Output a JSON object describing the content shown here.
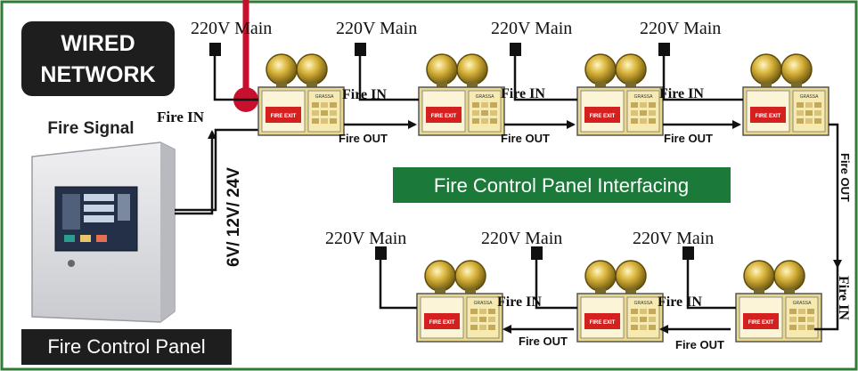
{
  "badge": {
    "line1": "WIRED",
    "line2": "NETWORK",
    "bg": "#1e1e1e",
    "fg": "#ffffff"
  },
  "panel_title": "Fire Signal",
  "panel_caption": "Fire Control Panel",
  "voltage_label": "6V/ 12V/ 24V",
  "center_title": "Fire Control Panelinterfacing",
  "center_title_text": "Fire Control Panel Interfacing",
  "main_label": "220V Main",
  "fire_in_label": "Fire IN",
  "fire_out_label": "Fire OUT",
  "unit_brand": "GRASSA",
  "unit_sign": "FIRE EXIT",
  "colors": {
    "frame": "#2e7d32",
    "center_bg": "#1b7a3a",
    "center_fg": "#ffffff",
    "red_wire": "#c8102e",
    "wire": "#111111",
    "unit_body": "#e9d98e",
    "lamp": "#c9a227",
    "sign_red": "#d52020"
  },
  "icons": {
    "lamp": "lamp-icon",
    "block": "power-block-icon",
    "signal_dot": "signal-dot-icon"
  }
}
